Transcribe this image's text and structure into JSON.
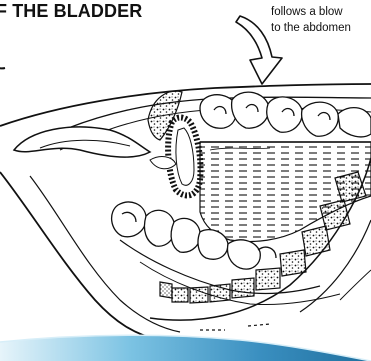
{
  "title": "F THE BLADDER",
  "annotation": {
    "line1": "follows a blow",
    "line2": "to the abdomen"
  },
  "colors": {
    "ink": "#111111",
    "paper": "#ffffff",
    "ribbon_light": "#bfe3f2",
    "ribbon_mid": "#5fb3d8",
    "ribbon_dark": "#1f6f9e"
  },
  "icons": {
    "blow": "down-arrow-icon"
  }
}
